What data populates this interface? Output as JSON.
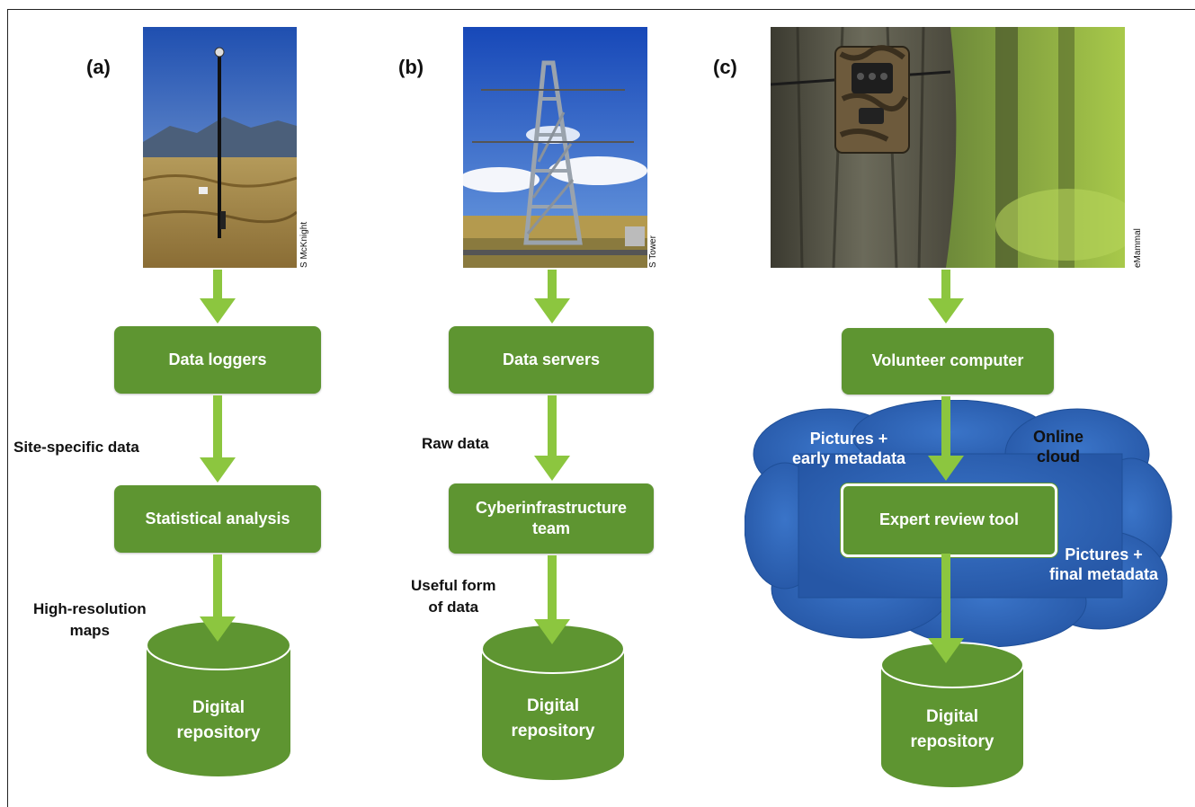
{
  "panels": [
    {
      "label": "(a)",
      "credit": "S McKnight",
      "steps": [
        "Data loggers",
        "Statistical analysis"
      ],
      "flow_labels": [
        "Site-specific data",
        "High-resolution\nmaps"
      ],
      "repository": "Digital\nrepository"
    },
    {
      "label": "(b)",
      "credit": "S Tower",
      "steps": [
        "Data servers",
        "Cyberinfrastructure\nteam"
      ],
      "flow_labels": [
        "Raw data",
        "Useful form\nof data"
      ],
      "repository": "Digital\nrepository"
    },
    {
      "label": "(c)",
      "credit": "eMammal",
      "steps": [
        "Volunteer computer",
        "Expert review tool"
      ],
      "cloud_labels": {
        "early": "Pictures +\nearly metadata",
        "online": "Online\ncloud",
        "final": "Pictures +\nfinal metadata"
      },
      "repository": "Digital\nrepository"
    }
  ],
  "colors": {
    "box_green": "#5e9531",
    "arrow_green": "#8cc63f",
    "cloud_blue": "#2f67b8"
  }
}
